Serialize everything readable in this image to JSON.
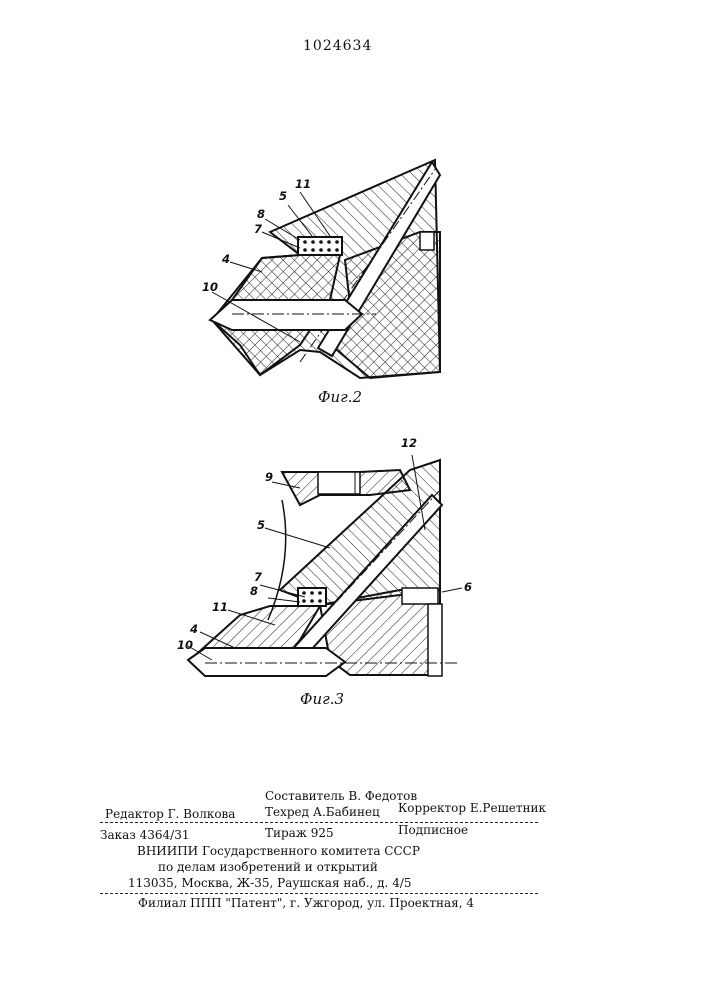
{
  "header": {
    "patent_number": "1024634"
  },
  "figures": [
    {
      "caption": "Фиг.2",
      "callouts": [
        "5",
        "11",
        "8",
        "7",
        "4",
        "10"
      ]
    },
    {
      "caption": "Фиг.3",
      "callouts": [
        "12",
        "9",
        "5",
        "7",
        "8",
        "6",
        "11",
        "4",
        "10"
      ]
    }
  ],
  "colophon": {
    "compiler": "Составитель В. Федотов",
    "editor": "Редактор Г. Волкова",
    "techred": "Техред А.Бабинец",
    "corrector": "Корректор Е.Решетник",
    "order": "Заказ 4364/31",
    "circulation": "Тираж 925",
    "subscription": "Подписное",
    "org_line1": "ВНИИПИ Государственного комитета СССР",
    "org_line2": "по делам изобретений и открытий",
    "address": "113035, Москва, Ж-35, Раушская наб., д. 4/5",
    "branch": "Филиал ППП \"Патент\", г. Ужгород, ул. Проектная, 4"
  }
}
